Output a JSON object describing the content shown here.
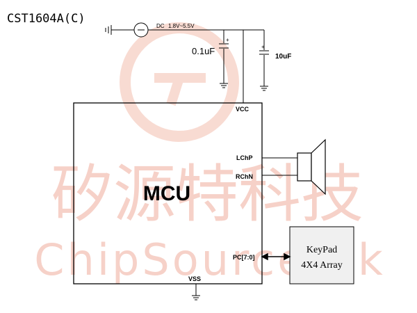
{
  "title": "CST1604A(C)",
  "dc_source": {
    "label": "DC",
    "range": "1.8V~5.5V"
  },
  "capacitors": [
    {
      "value": "0.1uF",
      "polarity": "+"
    },
    {
      "value": "10uF",
      "polarity": "+"
    }
  ],
  "mcu": {
    "label": "MCU",
    "pins": {
      "vcc": "VCC",
      "lchp": "LChP",
      "rchn": "RChN",
      "pc": "PC[7:0]",
      "vss": "VSS"
    }
  },
  "keypad": {
    "line1": "KeyPad",
    "line2": "4X4 Array"
  },
  "watermark": {
    "chinese": "矽源特科技",
    "english": "ChipSourceTek"
  },
  "colors": {
    "watermark": "#f3c2b6",
    "line": "#000000"
  }
}
